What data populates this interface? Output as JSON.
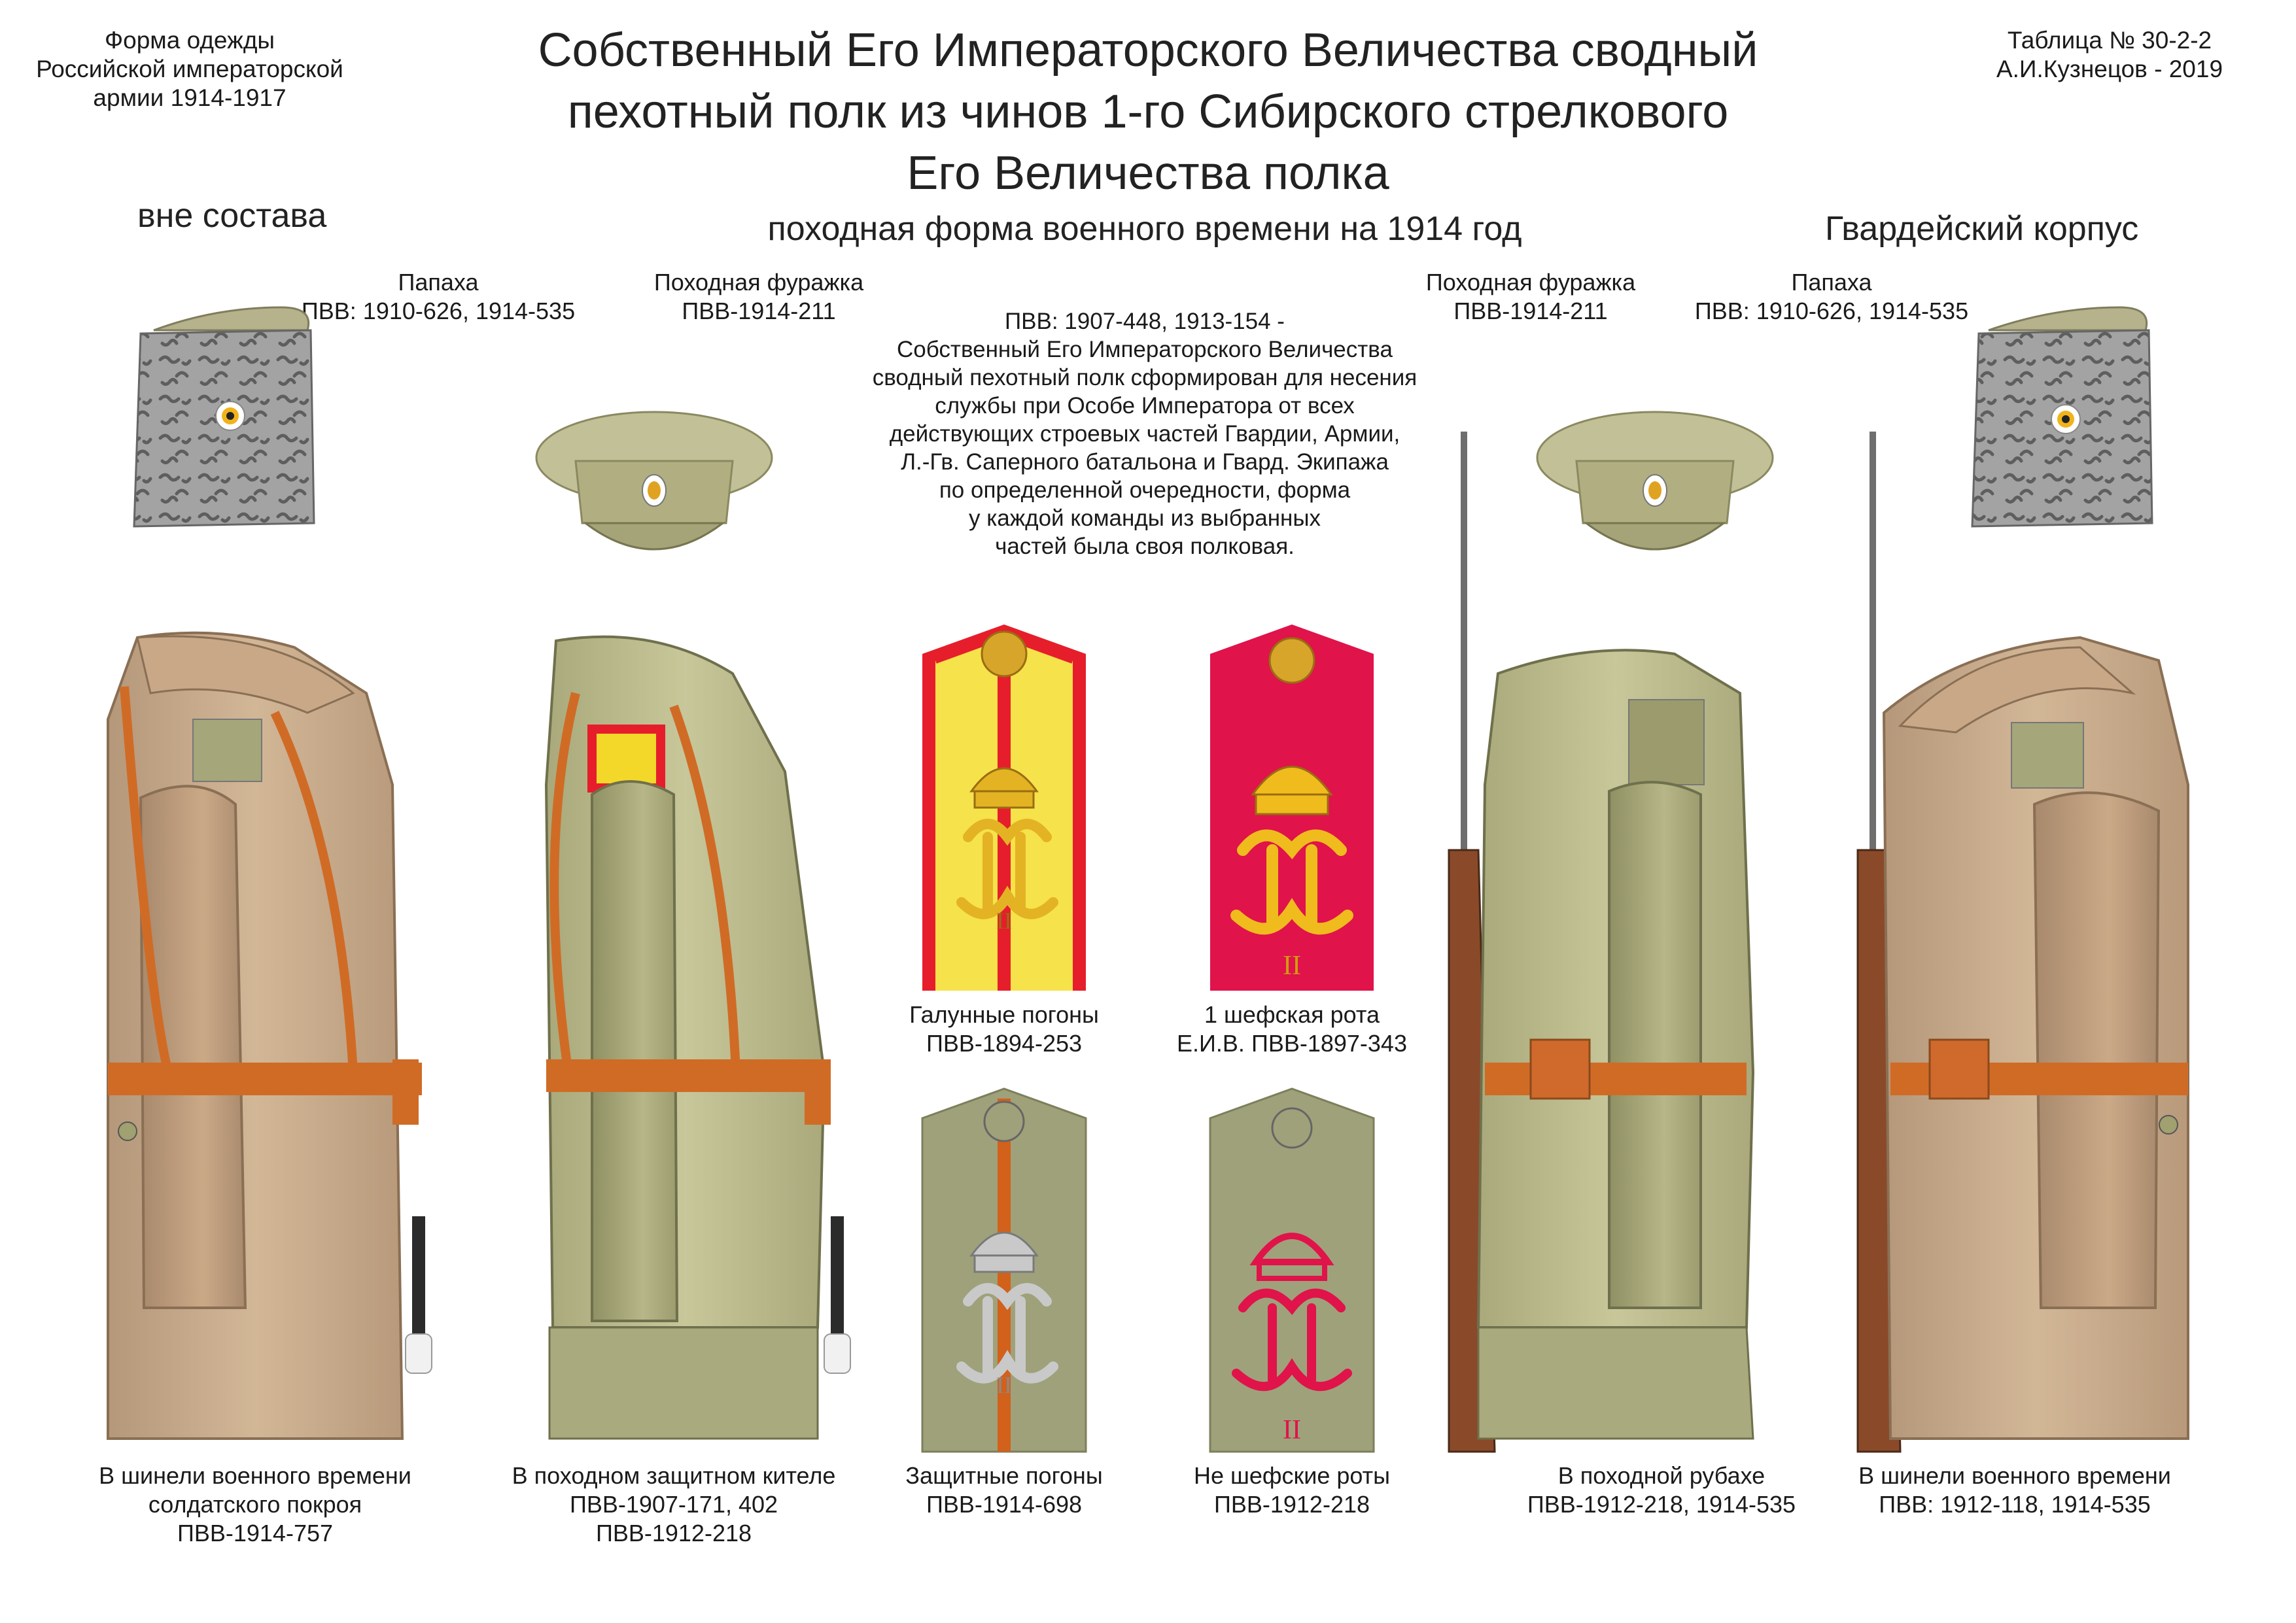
{
  "header": {
    "left_lines": [
      "Форма одежды",
      "Российской императорской",
      "армии  1914-1917"
    ],
    "right_lines": [
      "Таблица № 30-2-2",
      "А.И.Кузнецов - 2019"
    ],
    "title_lines": [
      "Собственный Его Императорского Величества сводный",
      "пехотный полк из чинов 1-го Сибирского стрелкового",
      "Его Величества полка"
    ],
    "left_sub": "вне состава",
    "center_sub": "походная форма военного времени на 1914 год",
    "right_sub": "Гвардейский корпус"
  },
  "note_lines": [
    "ПВВ: 1907-448, 1913-154 -",
    "Собственный Его Императорского Величества",
    "сводный пехотный полк сформирован для несения",
    "службы при Особе Императора от всех",
    "действующих строевых частей Гвардии, Армии,",
    "Л.-Гв. Саперного батальона и Гвард. Экипажа",
    "по определенной очередности, форма",
    "у каждой команды из выбранных",
    "частей была своя полковая."
  ],
  "headgear": [
    {
      "lines": [
        "Папаха",
        "ПВВ: 1910-626, 1914-535"
      ]
    },
    {
      "lines": [
        "Походная фуражка",
        "ПВВ-1914-211"
      ]
    },
    {
      "lines": [
        "Походная фуражка",
        "ПВВ-1914-211"
      ]
    },
    {
      "lines": [
        "Папаха",
        "ПВВ: 1910-626, 1914-535"
      ]
    }
  ],
  "shoulder_boards": [
    {
      "lines": [
        "Галунные погоны",
        "ПВВ-1894-253"
      ]
    },
    {
      "lines": [
        "1 шефская рота",
        "Е.И.В. ПВВ-1897-343"
      ]
    },
    {
      "lines": [
        "Защитные погоны",
        "ПВВ-1914-698"
      ]
    },
    {
      "lines": [
        "Не шефские роты",
        "ПВВ-1912-218"
      ]
    }
  ],
  "figures": [
    {
      "lines": [
        "В шинели военного времени",
        "солдатского покроя",
        "ПВВ-1914-757"
      ]
    },
    {
      "lines": [
        "В походном защитном кителе",
        "ПВВ-1907-171, 402",
        "ПВВ-1912-218"
      ]
    },
    {
      "lines": [
        "В походной рубахе",
        "ПВВ-1912-218, 1914-535"
      ]
    },
    {
      "lines": [
        "В шинели военного времени",
        "ПВВ: 1912-118, 1914-535"
      ]
    }
  ],
  "monogram": {
    "numeral": "II"
  },
  "colors": {
    "khaki": "#b8b88a",
    "khaki_dark": "#8f9063",
    "greatcoat": "#c4a784",
    "leather": "#d06b26",
    "board_red": "#e0134a",
    "gold": "#f2c21a",
    "fur": "#9a9a9a"
  }
}
